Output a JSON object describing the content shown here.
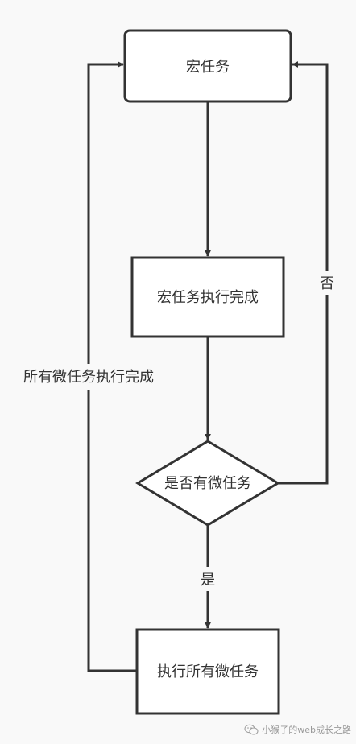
{
  "diagram": {
    "nodes": {
      "macro_task": "宏任务",
      "macro_done": "宏任务执行完成",
      "has_micro": "是否有微任务",
      "exec_micro": "执行所有微任务"
    },
    "edges": {
      "no_label": "否",
      "yes_label": "是",
      "all_micro_done": "所有微任务执行完成"
    }
  },
  "watermark": {
    "text": "小猴子的web成长之路"
  },
  "colors": {
    "stroke": "#333333",
    "fill": "#ffffff",
    "background": "#f9f9f9"
  }
}
